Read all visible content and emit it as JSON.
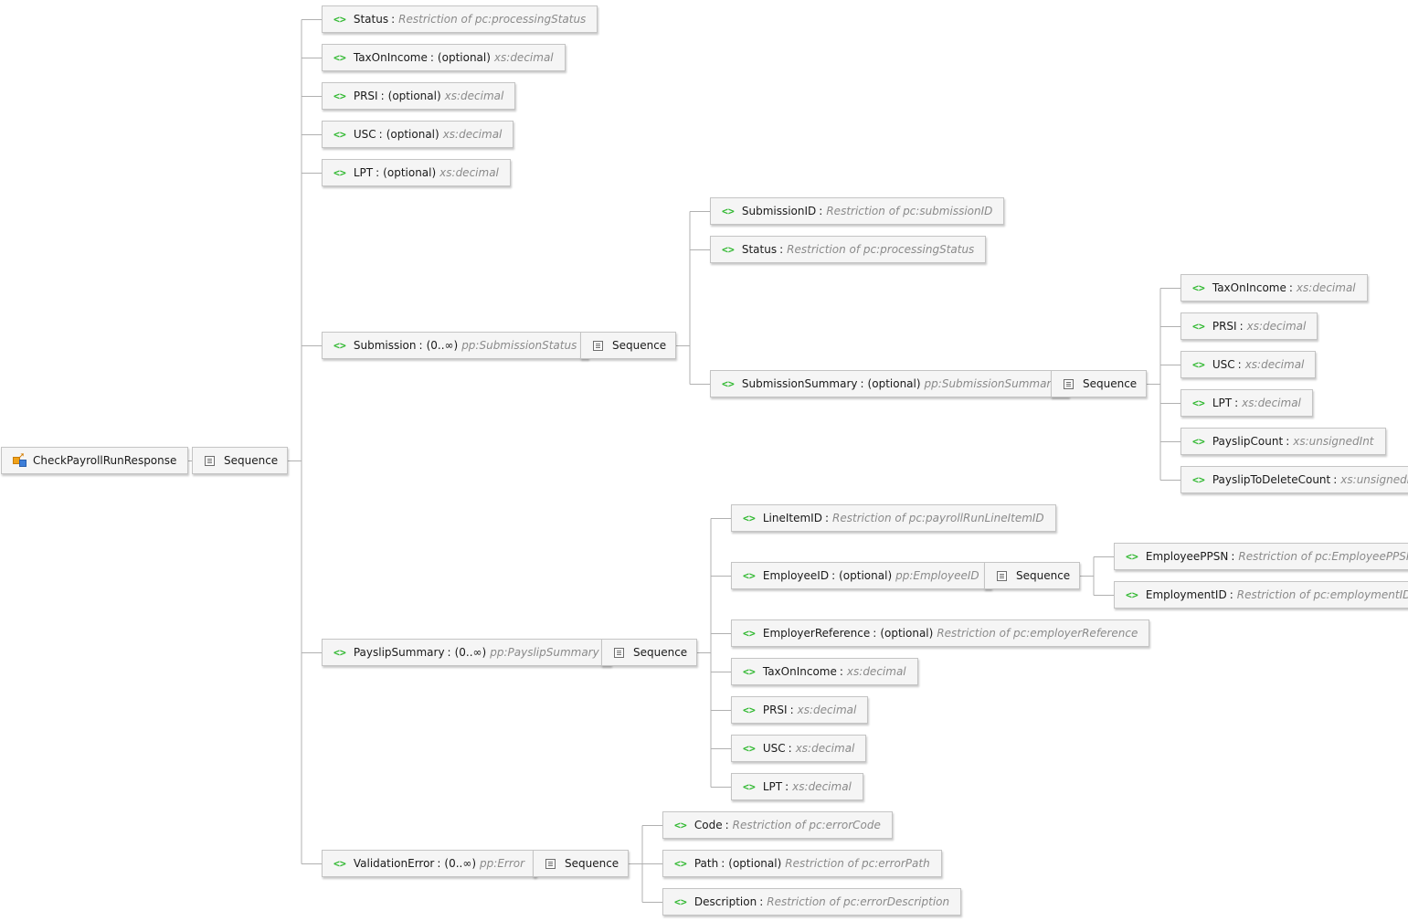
{
  "root": {
    "label": "CheckPayrollRunResponse",
    "icon": "complex-type-icon"
  },
  "sequence_label": "Sequence",
  "element_icon": "<>",
  "elements": {
    "status": {
      "name": "Status",
      "type": "Restriction of pc:processingStatus"
    },
    "tax_on_income": {
      "name": "TaxOnIncome",
      "mod": "(optional)",
      "type": "xs:decimal"
    },
    "prsi": {
      "name": "PRSI",
      "mod": "(optional)",
      "type": "xs:decimal"
    },
    "usc": {
      "name": "USC",
      "mod": "(optional)",
      "type": "xs:decimal"
    },
    "lpt": {
      "name": "LPT",
      "mod": "(optional)",
      "type": "xs:decimal"
    },
    "submission": {
      "name": "Submission",
      "mod": "(0..∞)",
      "type": "pp:SubmissionStatus",
      "children": {
        "submission_id": {
          "name": "SubmissionID",
          "type": "Restriction of pc:submissionID"
        },
        "status": {
          "name": "Status",
          "type": "Restriction of pc:processingStatus"
        },
        "summary": {
          "name": "SubmissionSummary",
          "mod": "(optional)",
          "type": "pp:SubmissionSummary",
          "children": {
            "tax_on_income": {
              "name": "TaxOnIncome",
              "type": "xs:decimal"
            },
            "prsi": {
              "name": "PRSI",
              "type": "xs:decimal"
            },
            "usc": {
              "name": "USC",
              "type": "xs:decimal"
            },
            "lpt": {
              "name": "LPT",
              "type": "xs:decimal"
            },
            "payslip_count": {
              "name": "PayslipCount",
              "type": "xs:unsignedInt"
            },
            "payslip_to_delete_count": {
              "name": "PayslipToDeleteCount",
              "type": "xs:unsignedInt"
            }
          }
        }
      }
    },
    "payslip_summary": {
      "name": "PayslipSummary",
      "mod": "(0..∞)",
      "type": "pp:PayslipSummary",
      "children": {
        "line_item_id": {
          "name": "LineItemID",
          "type": "Restriction of pc:payrollRunLineItemID"
        },
        "employee_id": {
          "name": "EmployeeID",
          "mod": "(optional)",
          "type": "pp:EmployeeID",
          "children": {
            "employee_ppsn": {
              "name": "EmployeePPSN",
              "type": "Restriction of pc:EmployeePPSN"
            },
            "employment_id": {
              "name": "EmploymentID",
              "type": "Restriction of pc:employmentID"
            }
          }
        },
        "employer_reference": {
          "name": "EmployerReference",
          "mod": "(optional)",
          "type": "Restriction of pc:employerReference"
        },
        "tax_on_income": {
          "name": "TaxOnIncome",
          "type": "xs:decimal"
        },
        "prsi": {
          "name": "PRSI",
          "type": "xs:decimal"
        },
        "usc": {
          "name": "USC",
          "type": "xs:decimal"
        },
        "lpt": {
          "name": "LPT",
          "type": "xs:decimal"
        }
      }
    },
    "validation_error": {
      "name": "ValidationError",
      "mod": "(0..∞)",
      "type": "pp:Error",
      "children": {
        "code": {
          "name": "Code",
          "type": "Restriction of pc:errorCode"
        },
        "path": {
          "name": "Path",
          "mod": "(optional)",
          "type": "Restriction of pc:errorPath"
        },
        "description": {
          "name": "Description",
          "type": "Restriction of pc:errorDescription"
        }
      }
    }
  },
  "colors": {
    "element_icon": "#2fb82f",
    "type_text": "#8a8a8a",
    "connector": "#b0b0b0",
    "node_bg": "#f5f5f5",
    "node_border": "#c4c4c4"
  }
}
